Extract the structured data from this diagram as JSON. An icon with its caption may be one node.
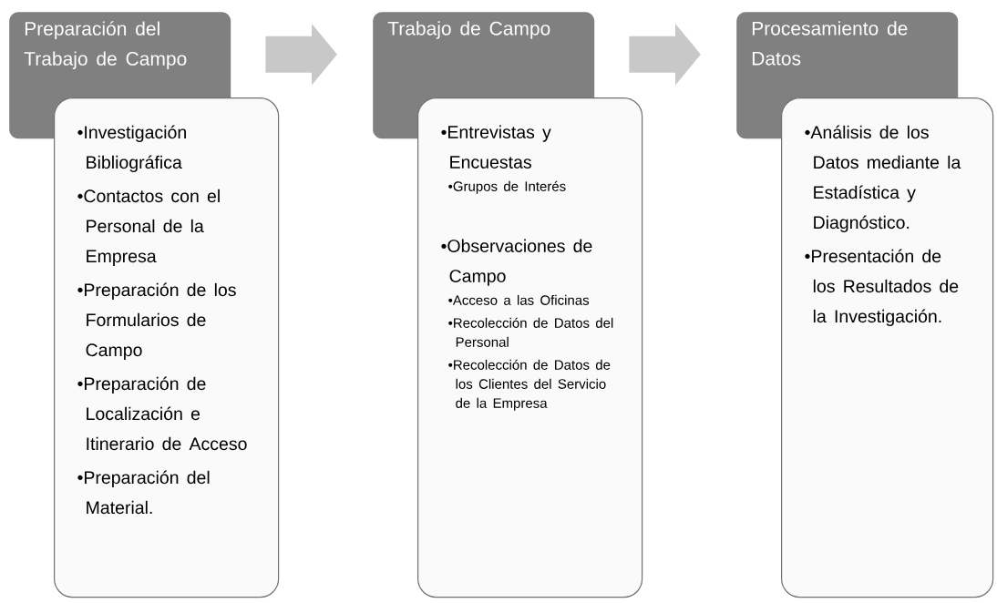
{
  "diagram": {
    "nodes": [
      {
        "text": [
          "Preparación del Trabajo de Campo"
        ]
      },
      {
        "text": [
          "•Investigación Bibliográfica",
          "•Contactos con el Personal de la Empresa",
          "•Preparación de los Formularios de Campo",
          "•Preparación de Localización e Itinerario de Acceso",
          "•Preparación del Material."
        ]
      },
      {
        "text": [
          "Trabajo de Campo"
        ]
      },
      {
        "text": [
          "•Entrevistas y Encuestas",
          "•Grupos de Interés",
          "•Observaciones de Campo",
          "•Acceso a las Oficinas",
          "•Recolección de Datos del Personal",
          "•Recolección de Datos de los Clientes del Servicio de la Empresa"
        ]
      },
      {
        "text": [
          "Procesamiento de Datos"
        ]
      },
      {
        "text": [
          "•Análisis de los Datos mediante la Estadística y Diagnóstico.",
          "•Presentación de los Resultados de la Investigación."
        ]
      }
    ],
    "edges": [
      {
        "from": 0,
        "to": 2,
        "arrow": "to"
      },
      {
        "from": 2,
        "to": 4,
        "arrow": "to"
      }
    ]
  }
}
